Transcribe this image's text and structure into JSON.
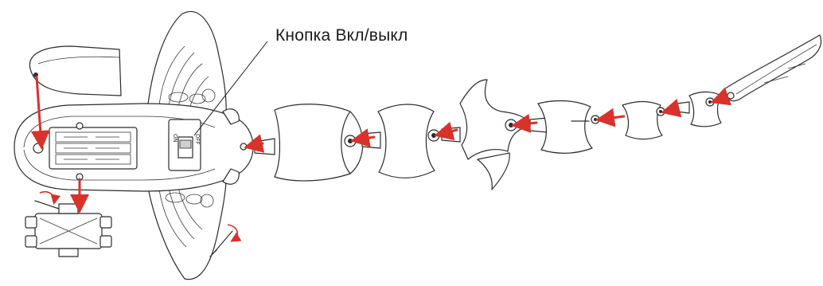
{
  "callout": {
    "label": "Кнопка Вкл/выкл"
  },
  "switch": {
    "on_label": "ON",
    "off_label": "OFF"
  },
  "colors": {
    "arrow": "#d8322a",
    "line": "#2b2b2b",
    "background": "#ffffff"
  },
  "segments": [
    {
      "id": "head"
    },
    {
      "id": "segment-1"
    },
    {
      "id": "segment-2"
    },
    {
      "id": "segment-3"
    },
    {
      "id": "segment-4"
    },
    {
      "id": "segment-5"
    },
    {
      "id": "segment-6"
    },
    {
      "id": "tail-fin"
    }
  ]
}
